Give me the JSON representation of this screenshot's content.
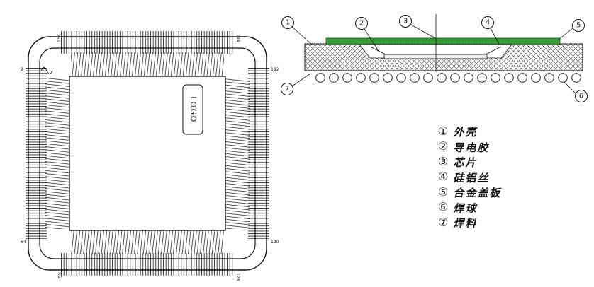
{
  "top_view": {
    "logo": "LOGO",
    "pins": {
      "left_top": "2",
      "left_bottom": "64",
      "bottom_left": "65",
      "bottom_right": "128",
      "right_bottom": "130",
      "right_top": "192",
      "top_right": "194",
      "top_left": "256"
    }
  },
  "cross_section": {
    "callouts": [
      "1",
      "2",
      "3",
      "4",
      "5",
      "6",
      "7"
    ]
  },
  "legend": {
    "items": [
      {
        "num": "①",
        "label": "外壳"
      },
      {
        "num": "②",
        "label": "导电胶"
      },
      {
        "num": "③",
        "label": "芯片"
      },
      {
        "num": "④",
        "label": "硅铝丝"
      },
      {
        "num": "⑤",
        "label": "合金盖板"
      },
      {
        "num": "⑥",
        "label": "焊球"
      },
      {
        "num": "⑦",
        "label": "焊料"
      }
    ]
  },
  "colors": {
    "cover_green": "#3aa23a",
    "line": "#111111"
  }
}
